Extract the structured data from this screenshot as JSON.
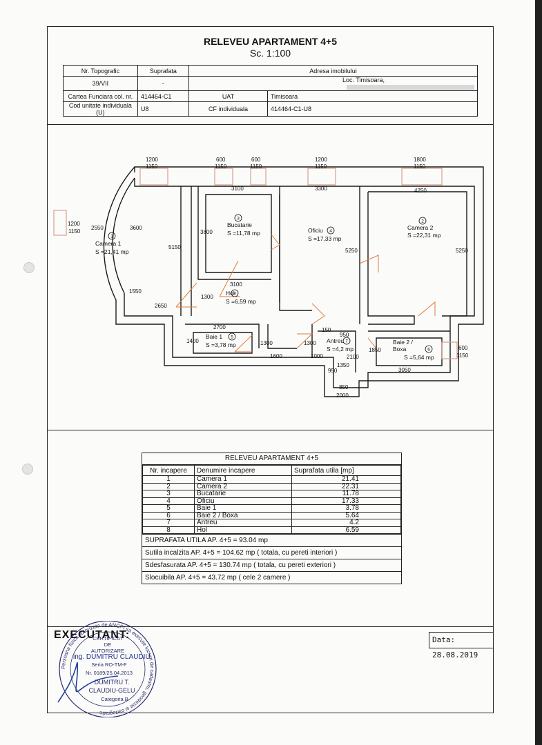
{
  "header": {
    "title": "RELEVEU APARTAMENT 4+5",
    "scale": "Sc. 1:100"
  },
  "info_table": {
    "h_topo": "Nr. Topografic",
    "h_surface": "Suprafata",
    "h_address": "Adresa imobilului",
    "topo_value": "39/VII",
    "surface_value": "-",
    "address_value": "Loc. Timisoara,",
    "cf_col_label": "Cartea Funciara col. nr.",
    "cf_col_value": "414464-C1",
    "uat_label": "UAT",
    "uat_value": "Timisoara",
    "cod_label": "Cod unitate individuala (U)",
    "cod_value": "U8",
    "cf_ind_label": "CF individuala",
    "cf_ind_value": "414464-C1-U8"
  },
  "plan": {
    "rooms": [
      {
        "num": "1",
        "name": "Camera 1",
        "area": "S =21,41 mp"
      },
      {
        "num": "2",
        "name": "Camera 2",
        "area": "S =22,31 mp"
      },
      {
        "num": "3",
        "name": "Bucatarie",
        "area": "S =11,78 mp"
      },
      {
        "num": "4",
        "name": "Oficiu",
        "area": "S =17,33 mp"
      },
      {
        "num": "5",
        "name": "Baie 1",
        "area": "S =3,78 mp"
      },
      {
        "num": "6",
        "name": "Baie 2 /",
        "name2": "Boxa",
        "area": "S =5,64 mp"
      },
      {
        "num": "7",
        "name": "Antreu",
        "area": "S =4,2 mp"
      },
      {
        "num": "8",
        "name": "Hol",
        "area": "S =6,59 mp"
      }
    ],
    "dims": {
      "w1a": "1200",
      "w1b": "1150",
      "w2a": "600",
      "w2b": "1150",
      "w3a": "600",
      "w3b": "1150",
      "w4a": "1200",
      "w4b": "1150",
      "w5a": "1800",
      "w5b": "1150",
      "d3100a": "3100",
      "d3300": "3300",
      "d4250": "4250",
      "d1200": "1200",
      "d1150": "1150",
      "d2550": "2550",
      "d3600": "3600",
      "d3800": "3800",
      "d5150": "5150",
      "d5250a": "5250",
      "d5250b": "5250",
      "d1550": "1550",
      "d2650": "2650",
      "d3100b": "3100",
      "d1300a": "1300",
      "d2700": "2700",
      "d1400": "1400",
      "d1300b": "1300",
      "d1600": "1600",
      "d1300c": "1300",
      "d1000": "1000",
      "d150": "150",
      "d950a": "950",
      "d2100": "2100",
      "d1850": "1850",
      "d1350": "1350",
      "d3050": "3050",
      "d950b": "950",
      "d850": "850",
      "d2000": "2000",
      "d600": "600",
      "d1150b": "1150"
    }
  },
  "legend": {
    "title": "RELEVEU APARTAMENT 4+5",
    "col_nr": "Nr. incapere",
    "col_name": "Denumire incapere",
    "col_area": "Suprafata utila [mp]",
    "rows": [
      {
        "nr": "1",
        "name": "Camera 1",
        "area": "21.41"
      },
      {
        "nr": "2",
        "name": "Camera 2",
        "area": "22.31"
      },
      {
        "nr": "3",
        "name": "Bucatarie",
        "area": "11.78"
      },
      {
        "nr": "4",
        "name": "Oficiu",
        "area": "17.33"
      },
      {
        "nr": "5",
        "name": "Baie 1",
        "area": "3.78"
      },
      {
        "nr": "6",
        "name": "Baie 2 / Boxa",
        "area": "5.64"
      },
      {
        "nr": "7",
        "name": "Antreu",
        "area": "4.2"
      },
      {
        "nr": "8",
        "name": "Hol",
        "area": "6.59"
      }
    ],
    "suprafata_utila": "SUPRAFATA UTILA  AP. 4+5 = 93.04 mp",
    "sutila_incalzita": "Sutila incalzita  AP. 4+5 = 104.62 mp ( totala, cu pereti interiori )",
    "sdesfasurata": "Sdesfasurata  AP. 4+5 = 130.74 mp ( totala, cu pereti exteriori )",
    "slocuibila": "Slocuibila  AP. 4+5 = 43.72 mp ( cele 2 camere )"
  },
  "footer": {
    "executant": "EXECUTANT:",
    "date": "Data: 28.08.2019",
    "stamp": {
      "ring_text": "Persoana fizica autorizata de ANCPI sa execute lucrari de cadastru, geodezie si cartografie",
      "certificat": "CERTIFICAT",
      "de": "DE",
      "autorizare": "AUTORIZARE",
      "seria": "Seria RO-TM-F",
      "nr": "Nr. 0189/25.04.2013",
      "name1": "DUMITRU T.",
      "name2": "CLAUDIU-GELU",
      "categoria": "Categoria B",
      "handwritten": "ing. DUMITRU CLAUDIU"
    }
  },
  "colors": {
    "ink": "#111111",
    "wall": "#1a1a1a",
    "paper": "#fbfbfa",
    "door": "#e07a3a",
    "window": "#d9a088"
  }
}
